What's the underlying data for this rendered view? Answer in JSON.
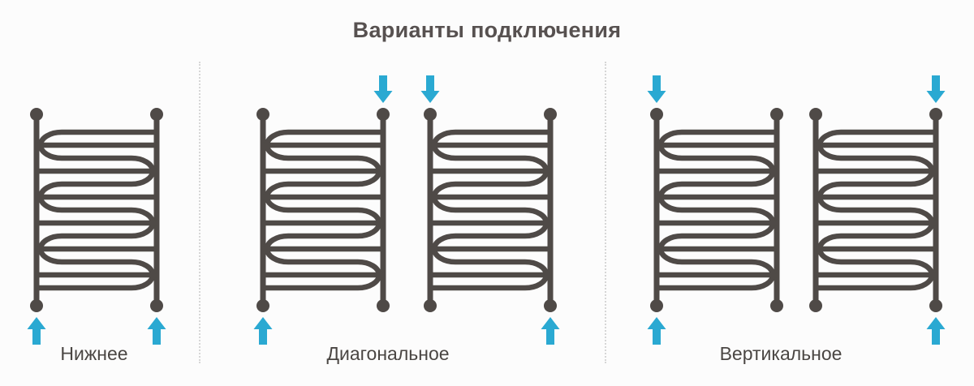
{
  "title": "Варианты подключения",
  "colors": {
    "pipe": "#4f4a47",
    "arrow_accent": "#2aa9d2",
    "title_text": "#575150",
    "label_text": "#4a4643",
    "separator": "#d6d6d6",
    "background": "#fcfcfc"
  },
  "groups": [
    {
      "label": "Нижнее",
      "radiators": [
        {
          "name": "towel-rail-bottom-connection",
          "arrows": {
            "top": [],
            "bottom": [
              "left",
              "right"
            ]
          }
        }
      ]
    },
    {
      "label": "Диагональное",
      "radiators": [
        {
          "name": "towel-rail-diagonal-connection-a",
          "arrows": {
            "top": [
              "right"
            ],
            "bottom": [
              "left"
            ]
          }
        },
        {
          "name": "towel-rail-diagonal-connection-b",
          "arrows": {
            "top": [
              "left"
            ],
            "bottom": [
              "right"
            ]
          }
        }
      ]
    },
    {
      "label": "Вертикальное",
      "radiators": [
        {
          "name": "towel-rail-vertical-connection-a",
          "arrows": {
            "top": [
              "left"
            ],
            "bottom": [
              "left"
            ]
          }
        },
        {
          "name": "towel-rail-vertical-connection-b",
          "arrows": {
            "top": [
              "right"
            ],
            "bottom": [
              "right"
            ]
          }
        }
      ]
    }
  ]
}
